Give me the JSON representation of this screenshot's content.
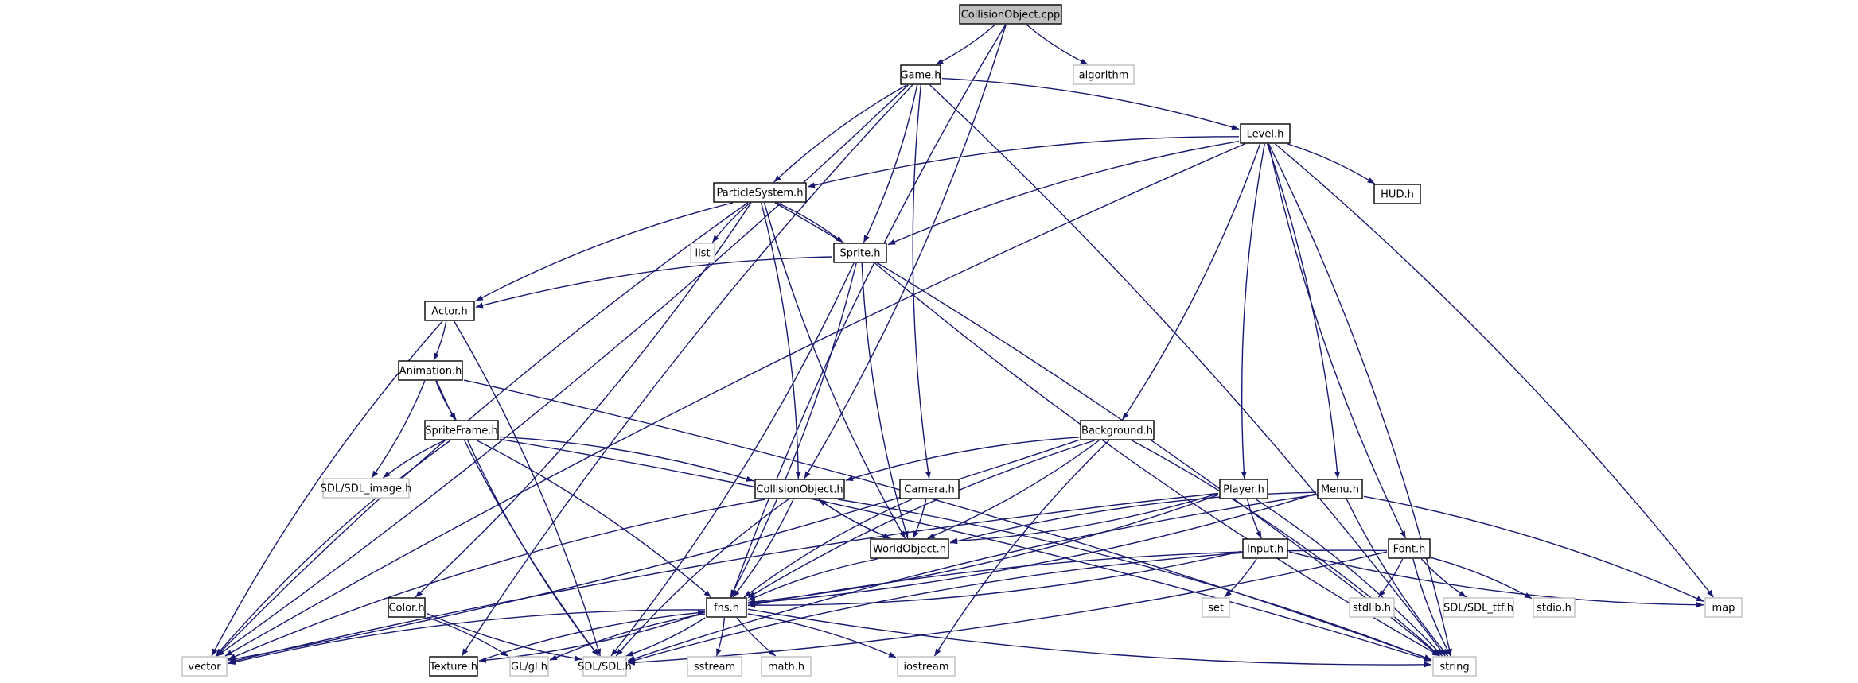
{
  "title": "CollisionObject.cpp include dependency graph",
  "colors": {
    "edge": "#191970",
    "root_fill": "#bfbfbf",
    "internal_border": "#000000",
    "external_border": "#bfbfbf"
  },
  "nodes": [
    {
      "id": "CollisionObject_cpp",
      "label": "CollisionObject.cpp",
      "kind": "root"
    },
    {
      "id": "Game_h",
      "label": "Game.h",
      "kind": "internal"
    },
    {
      "id": "algorithm",
      "label": "algorithm",
      "kind": "external"
    },
    {
      "id": "Level_h",
      "label": "Level.h",
      "kind": "internal"
    },
    {
      "id": "ParticleSystem_h",
      "label": "ParticleSystem.h",
      "kind": "internal"
    },
    {
      "id": "HUD_h",
      "label": "HUD.h",
      "kind": "internal"
    },
    {
      "id": "list",
      "label": "list",
      "kind": "external"
    },
    {
      "id": "Sprite_h",
      "label": "Sprite.h",
      "kind": "internal"
    },
    {
      "id": "Actor_h",
      "label": "Actor.h",
      "kind": "internal"
    },
    {
      "id": "Animation_h",
      "label": "Animation.h",
      "kind": "internal"
    },
    {
      "id": "SpriteFrame_h",
      "label": "SpriteFrame.h",
      "kind": "internal"
    },
    {
      "id": "Background_h",
      "label": "Background.h",
      "kind": "internal"
    },
    {
      "id": "SDL_image_h",
      "label": "SDL/SDL_image.h",
      "kind": "external"
    },
    {
      "id": "CollisionObject_h",
      "label": "CollisionObject.h",
      "kind": "internal"
    },
    {
      "id": "Camera_h",
      "label": "Camera.h",
      "kind": "internal"
    },
    {
      "id": "Player_h",
      "label": "Player.h",
      "kind": "internal"
    },
    {
      "id": "Menu_h",
      "label": "Menu.h",
      "kind": "internal"
    },
    {
      "id": "WorldObject_h",
      "label": "WorldObject.h",
      "kind": "internal"
    },
    {
      "id": "Input_h",
      "label": "Input.h",
      "kind": "internal"
    },
    {
      "id": "Font_h",
      "label": "Font.h",
      "kind": "internal"
    },
    {
      "id": "Color_h",
      "label": "Color.h",
      "kind": "internal"
    },
    {
      "id": "fns_h",
      "label": "fns.h",
      "kind": "internal"
    },
    {
      "id": "set",
      "label": "set",
      "kind": "external"
    },
    {
      "id": "stdlib_h",
      "label": "stdlib.h",
      "kind": "external"
    },
    {
      "id": "SDL_ttf_h",
      "label": "SDL/SDL_ttf.h",
      "kind": "external"
    },
    {
      "id": "stdio_h",
      "label": "stdio.h",
      "kind": "external"
    },
    {
      "id": "map",
      "label": "map",
      "kind": "external"
    },
    {
      "id": "vector",
      "label": "vector",
      "kind": "external"
    },
    {
      "id": "Texture_h",
      "label": "Texture.h",
      "kind": "internal"
    },
    {
      "id": "GL_gl_h",
      "label": "GL/gl.h",
      "kind": "external"
    },
    {
      "id": "SDL_SDL_h",
      "label": "SDL/SDL.h",
      "kind": "external"
    },
    {
      "id": "sstream",
      "label": "sstream",
      "kind": "external"
    },
    {
      "id": "math_h",
      "label": "math.h",
      "kind": "external"
    },
    {
      "id": "iostream",
      "label": "iostream",
      "kind": "external"
    },
    {
      "id": "string",
      "label": "string",
      "kind": "external"
    }
  ],
  "edges": [
    [
      "CollisionObject_cpp",
      "Game_h"
    ],
    [
      "CollisionObject_cpp",
      "algorithm"
    ],
    [
      "CollisionObject_cpp",
      "CollisionObject_h"
    ],
    [
      "CollisionObject_cpp",
      "fns_h"
    ],
    [
      "Game_h",
      "Level_h"
    ],
    [
      "Game_h",
      "ParticleSystem_h"
    ],
    [
      "Game_h",
      "Sprite_h"
    ],
    [
      "Game_h",
      "Camera_h"
    ],
    [
      "Game_h",
      "vector"
    ],
    [
      "Game_h",
      "Texture_h"
    ],
    [
      "Game_h",
      "string"
    ],
    [
      "Level_h",
      "ParticleSystem_h"
    ],
    [
      "Level_h",
      "HUD_h"
    ],
    [
      "Level_h",
      "Sprite_h"
    ],
    [
      "Level_h",
      "Background_h"
    ],
    [
      "Level_h",
      "Player_h"
    ],
    [
      "Level_h",
      "Menu_h"
    ],
    [
      "Level_h",
      "Font_h"
    ],
    [
      "Level_h",
      "map"
    ],
    [
      "Level_h",
      "vector"
    ],
    [
      "Level_h",
      "string"
    ],
    [
      "ParticleSystem_h",
      "list"
    ],
    [
      "ParticleSystem_h",
      "Sprite_h"
    ],
    [
      "ParticleSystem_h",
      "Actor_h"
    ],
    [
      "ParticleSystem_h",
      "CollisionObject_h"
    ],
    [
      "ParticleSystem_h",
      "WorldObject_h"
    ],
    [
      "ParticleSystem_h",
      "Color_h"
    ],
    [
      "ParticleSystem_h",
      "vector"
    ],
    [
      "ParticleSystem_h",
      "string"
    ],
    [
      "Sprite_h",
      "Actor_h"
    ],
    [
      "Sprite_h",
      "fns_h"
    ],
    [
      "Sprite_h",
      "WorldObject_h"
    ],
    [
      "Sprite_h",
      "SDL_SDL_h"
    ],
    [
      "Sprite_h",
      "string"
    ],
    [
      "Actor_h",
      "Animation_h"
    ],
    [
      "Actor_h",
      "vector"
    ],
    [
      "Actor_h",
      "SDL_SDL_h"
    ],
    [
      "Animation_h",
      "SpriteFrame_h"
    ],
    [
      "Animation_h",
      "SDL_image_h"
    ],
    [
      "Animation_h",
      "SDL_SDL_h"
    ],
    [
      "Animation_h",
      "string"
    ],
    [
      "SpriteFrame_h",
      "SDL_image_h"
    ],
    [
      "SpriteFrame_h",
      "CollisionObject_h"
    ],
    [
      "SpriteFrame_h",
      "vector"
    ],
    [
      "SpriteFrame_h",
      "fns_h"
    ],
    [
      "SpriteFrame_h",
      "SDL_SDL_h"
    ],
    [
      "SpriteFrame_h",
      "string"
    ],
    [
      "Background_h",
      "CollisionObject_h"
    ],
    [
      "Background_h",
      "WorldObject_h"
    ],
    [
      "Background_h",
      "fns_h"
    ],
    [
      "Background_h",
      "vector"
    ],
    [
      "Background_h",
      "iostream"
    ],
    [
      "Background_h",
      "string"
    ],
    [
      "CollisionObject_h",
      "WorldObject_h"
    ],
    [
      "CollisionObject_h",
      "fns_h"
    ],
    [
      "CollisionObject_h",
      "vector"
    ],
    [
      "CollisionObject_h",
      "string"
    ],
    [
      "CollisionObject_h",
      "SDL_SDL_h"
    ],
    [
      "WorldObject_h",
      "CollisionObject_h"
    ],
    [
      "WorldObject_h",
      "fns_h"
    ],
    [
      "Camera_h",
      "WorldObject_h"
    ],
    [
      "Camera_h",
      "fns_h"
    ],
    [
      "Player_h",
      "WorldObject_h"
    ],
    [
      "Player_h",
      "Input_h"
    ],
    [
      "Player_h",
      "fns_h"
    ],
    [
      "Player_h",
      "vector"
    ],
    [
      "Player_h",
      "string"
    ],
    [
      "Menu_h",
      "WorldObject_h"
    ],
    [
      "Menu_h",
      "fns_h"
    ],
    [
      "Menu_h",
      "SDL_SDL_h"
    ],
    [
      "Menu_h",
      "map"
    ],
    [
      "Menu_h",
      "string"
    ],
    [
      "Input_h",
      "set"
    ],
    [
      "Input_h",
      "map"
    ],
    [
      "Input_h",
      "fns_h"
    ],
    [
      "Input_h",
      "SDL_SDL_h"
    ],
    [
      "Font_h",
      "stdlib_h"
    ],
    [
      "Font_h",
      "SDL_ttf_h"
    ],
    [
      "Font_h",
      "stdio_h"
    ],
    [
      "Font_h",
      "fns_h"
    ],
    [
      "Font_h",
      "SDL_SDL_h"
    ],
    [
      "Font_h",
      "string"
    ],
    [
      "Color_h",
      "GL_gl_h"
    ],
    [
      "Color_h",
      "SDL_SDL_h"
    ],
    [
      "fns_h",
      "sstream"
    ],
    [
      "fns_h",
      "math_h"
    ],
    [
      "fns_h",
      "iostream"
    ],
    [
      "fns_h",
      "vector"
    ],
    [
      "fns_h",
      "Texture_h"
    ],
    [
      "fns_h",
      "GL_gl_h"
    ],
    [
      "fns_h",
      "SDL_SDL_h"
    ],
    [
      "fns_h",
      "string"
    ],
    [
      "Texture_h",
      "fns_h"
    ]
  ]
}
